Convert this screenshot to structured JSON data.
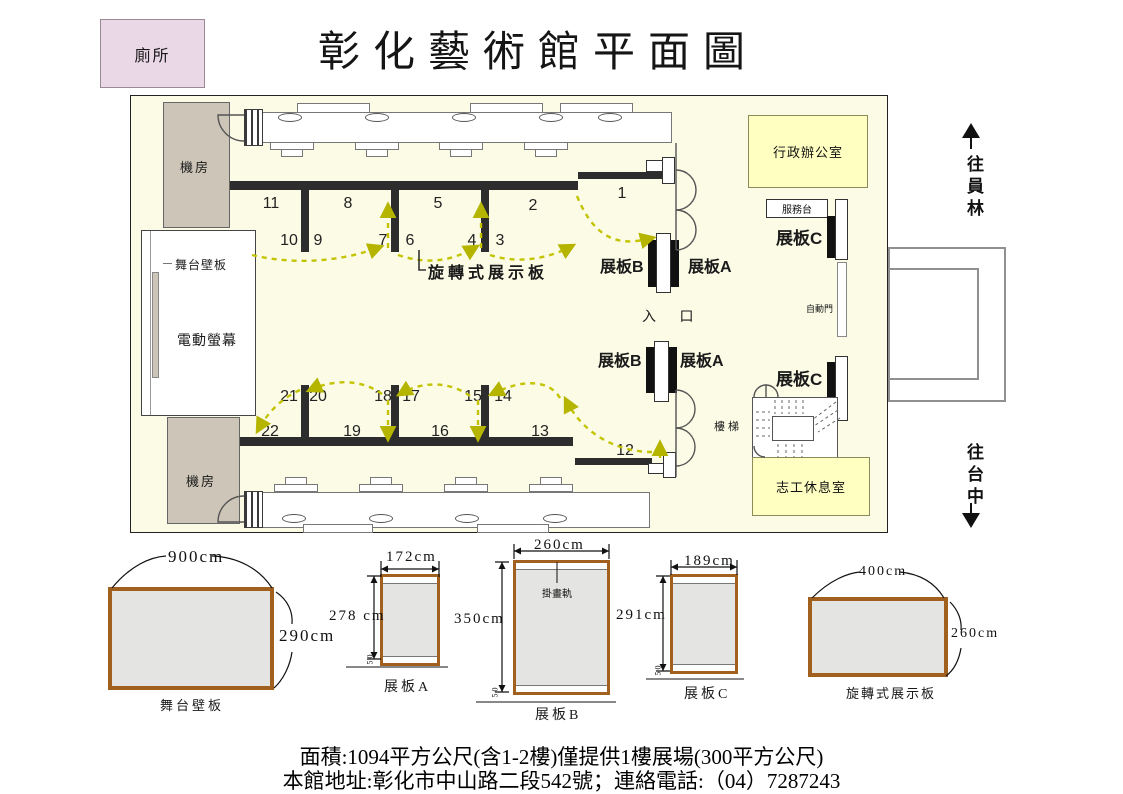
{
  "title": "彰化藝術館平面圖",
  "toilet_label": "廁所",
  "plan": {
    "machine_room": "機房",
    "stage_wall": "舞台壁板",
    "motor_screen": "電動螢幕",
    "admin_office": "行政辦公室",
    "service_desk": "服務台",
    "panel_a": "展板A",
    "panel_b": "展板B",
    "panel_c": "展板C",
    "entrance": "入 口",
    "auto_door": "自動門",
    "stairs": "樓梯",
    "volunteer_room": "志工休息室",
    "rotating_panel": "旋轉式展示板",
    "numbers": [
      "1",
      "2",
      "3",
      "4",
      "5",
      "6",
      "7",
      "8",
      "9",
      "10",
      "11",
      "12",
      "13",
      "14",
      "15",
      "16",
      "17",
      "18",
      "19",
      "20",
      "21",
      "22"
    ]
  },
  "directions": {
    "up": "往員林",
    "down": "往台中"
  },
  "diagrams": {
    "stage_wall": {
      "label": "舞台壁板",
      "width": "900cm",
      "height": "290cm"
    },
    "panel_a": {
      "label": "展板A",
      "width": "172cm",
      "height": "278 cm",
      "base": "50"
    },
    "panel_b": {
      "label": "展板B",
      "width": "260cm",
      "height": "350cm",
      "rail": "掛畫軌",
      "base": "50"
    },
    "panel_c": {
      "label": "展板C",
      "width": "189cm",
      "height": "291cm",
      "base": "50"
    },
    "rotating": {
      "label": "旋轉式展示板",
      "width": "400cm",
      "height": "260cm"
    }
  },
  "footer": {
    "line1": "面積:1094平方公尺(含1-2樓)僅提供1樓展場(300平方公尺)",
    "line2": "本館地址:彰化市中山路二段542號；連絡電話:（04）7287243"
  },
  "colors": {
    "plan_bg": "#FBFBE6",
    "room_yellow": "#FFFFC2",
    "toilet_pink": "#EAD8E6",
    "machine_tan": "#CCC5B8",
    "wall": "#2D2D2D",
    "flow_arrow": "#C6C600",
    "diagram_border": "#A2601E",
    "diagram_fill": "#E4E4E2"
  }
}
